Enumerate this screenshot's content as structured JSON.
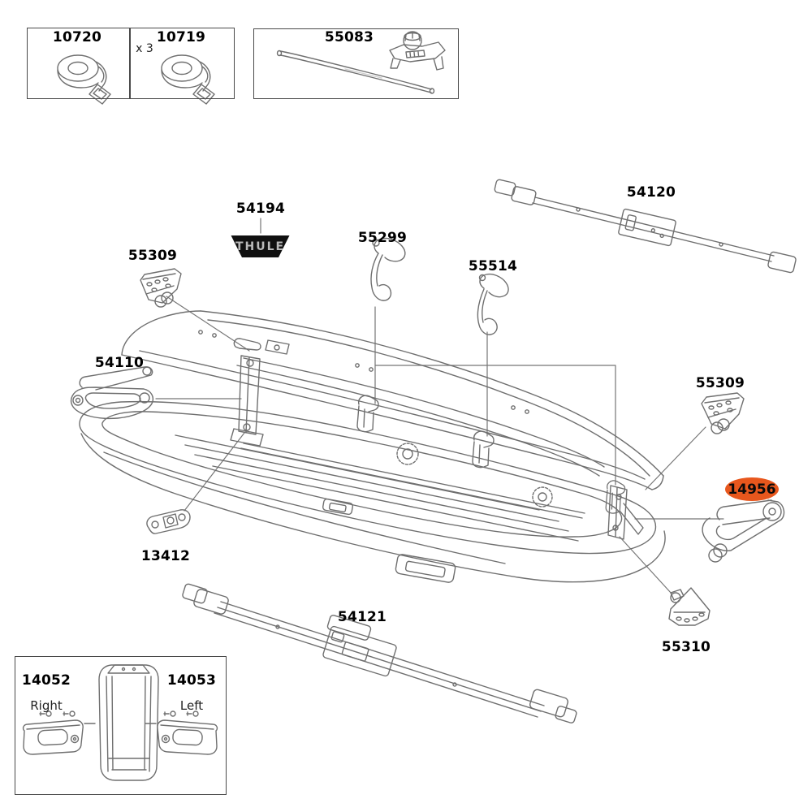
{
  "colors": {
    "line": "#6f6f6f",
    "text": "#000000",
    "muted_text": "#222222",
    "box_border": "#4a4a4a",
    "highlight": "#e8571d",
    "badge_bg": "#101010",
    "badge_text": "#b9b9b9"
  },
  "kit_box_straps": {
    "cell1_part": "10720",
    "cell2_part": "10719",
    "cell2_qty": "x 3"
  },
  "kit_box_rod": {
    "part": "55083"
  },
  "thule_badge": {
    "part": "54194",
    "brand": "THULE"
  },
  "callouts": {
    "bracket_left": "55309",
    "lid_clip_front": "55299",
    "lid_clip_rear": "55514",
    "crossbar_rear": "54120",
    "lid_lifter": "54110",
    "bracket_right": "55309",
    "handle_highlighted": "14956",
    "lifter_plate": "13412",
    "crossbar_front": "54121",
    "bracket_rear_right": "55310"
  },
  "corner_box": {
    "right_part": "14052",
    "right_label": "Right",
    "left_part": "14053",
    "left_label": "Left"
  }
}
